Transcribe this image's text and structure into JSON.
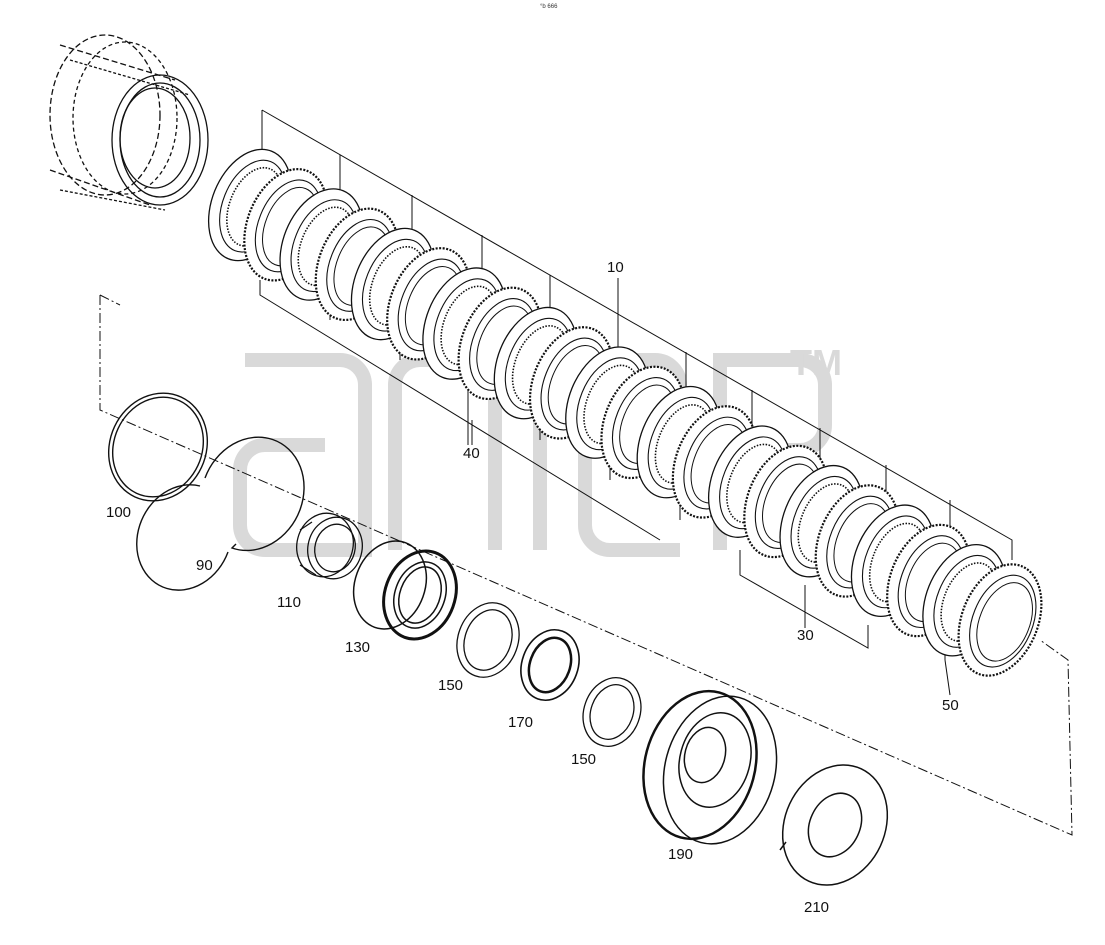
{
  "header": {
    "code": "°b 666"
  },
  "watermark": {
    "tm": "TM"
  },
  "callouts": [
    {
      "id": "10",
      "label": "10"
    },
    {
      "id": "40",
      "label": "40"
    },
    {
      "id": "100",
      "label": "100"
    },
    {
      "id": "90",
      "label": "90"
    },
    {
      "id": "110",
      "label": "110"
    },
    {
      "id": "130",
      "label": "130"
    },
    {
      "id": "150a",
      "label": "150"
    },
    {
      "id": "170",
      "label": "170"
    },
    {
      "id": "150b",
      "label": "150"
    },
    {
      "id": "190",
      "label": "190"
    },
    {
      "id": "210",
      "label": "210"
    },
    {
      "id": "30",
      "label": "30"
    },
    {
      "id": "50",
      "label": "50"
    }
  ],
  "colors": {
    "line": "#111111",
    "watermark": "#d9d9d9"
  }
}
